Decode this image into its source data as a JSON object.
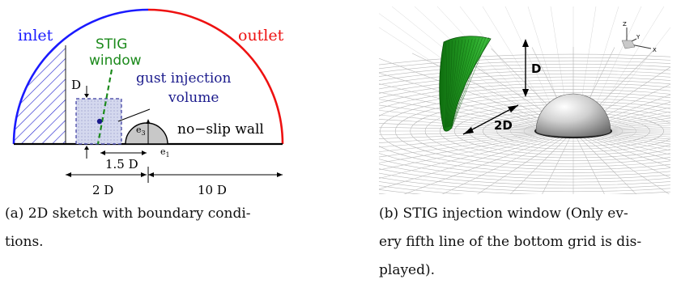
{
  "figure_a": {
    "labels": {
      "inlet": "inlet",
      "outlet": "outlet",
      "stig_window_line1": "STIG",
      "stig_window_line2": "window",
      "gust_line1": "gust injection",
      "gust_line2": "volume",
      "d_marker": "D",
      "no_slip_wall": "no−slip wall",
      "e3": "e",
      "e3_sub": "3",
      "e1": "e",
      "e1_sub": "1",
      "dim_1_5d": "1.5 D",
      "dim_2d": "2 D",
      "dim_10d": "10 D"
    },
    "colors": {
      "inlet": "#1a1aff",
      "outlet": "#ee1111",
      "stig": "#1c8a1c",
      "gust": "#1a1a8c",
      "hatch": "#2a2ad0",
      "box_fill": "#c8cde8",
      "bump_fill": "#c8c8c8"
    }
  },
  "figure_b": {
    "labels": {
      "d_marker": "D",
      "dist_2d": "2D",
      "axis_z": "Z",
      "axis_y": "Y",
      "axis_x": "X"
    },
    "colors": {
      "window": "#1f9a1f",
      "grid": "#b8b8b8",
      "hemisphere": "#bdbdbd"
    }
  },
  "captions": {
    "a": [
      "(a) 2D sketch with boundary condi-",
      "tions."
    ],
    "b": [
      "(b) STIG injection window (Only ev-",
      "ery fifth line of the bottom grid is dis-",
      "played)."
    ]
  }
}
